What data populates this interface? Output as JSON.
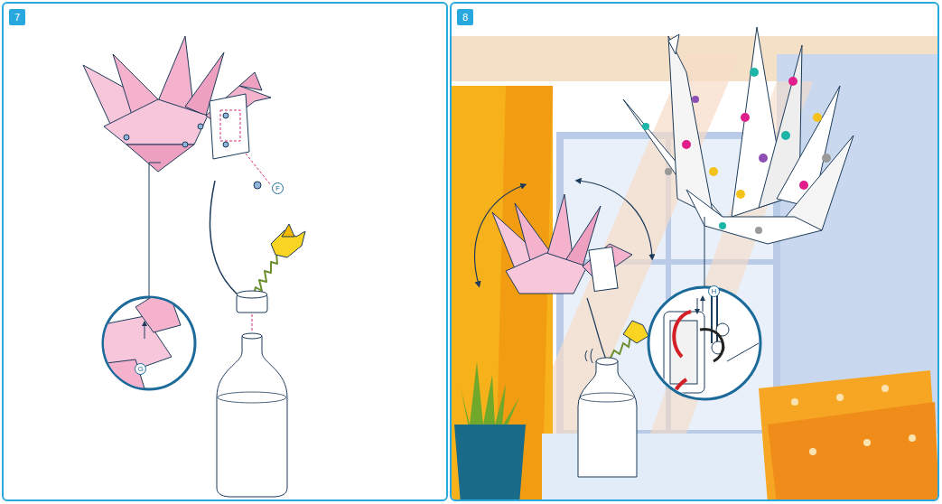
{
  "diagram": {
    "nodes": [
      {
        "text": [
          "7"
        ]
      },
      {
        "text": [
          "8"
        ]
      }
    ],
    "labels": [
      "F",
      "G",
      "H"
    ]
  }
}
